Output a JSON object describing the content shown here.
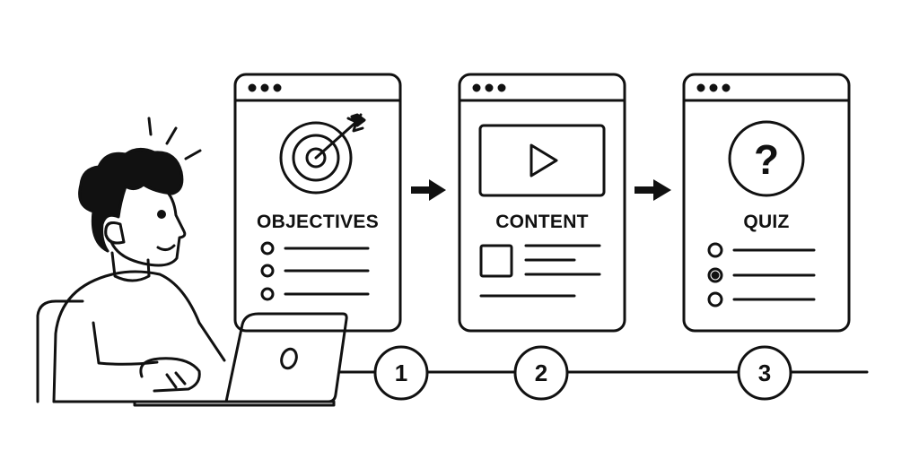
{
  "panels": [
    {
      "title": "OBJECTIVES",
      "icon": "target-icon"
    },
    {
      "title": "CONTENT",
      "icon": "play-video-icon"
    },
    {
      "title": "QUIZ",
      "icon": "question-icon"
    }
  ],
  "steps": [
    "1",
    "2",
    "3"
  ],
  "quiz": {
    "selected_option": 2,
    "question_mark": "?"
  },
  "colors": {
    "ink": "#111111",
    "background": "#ffffff"
  }
}
